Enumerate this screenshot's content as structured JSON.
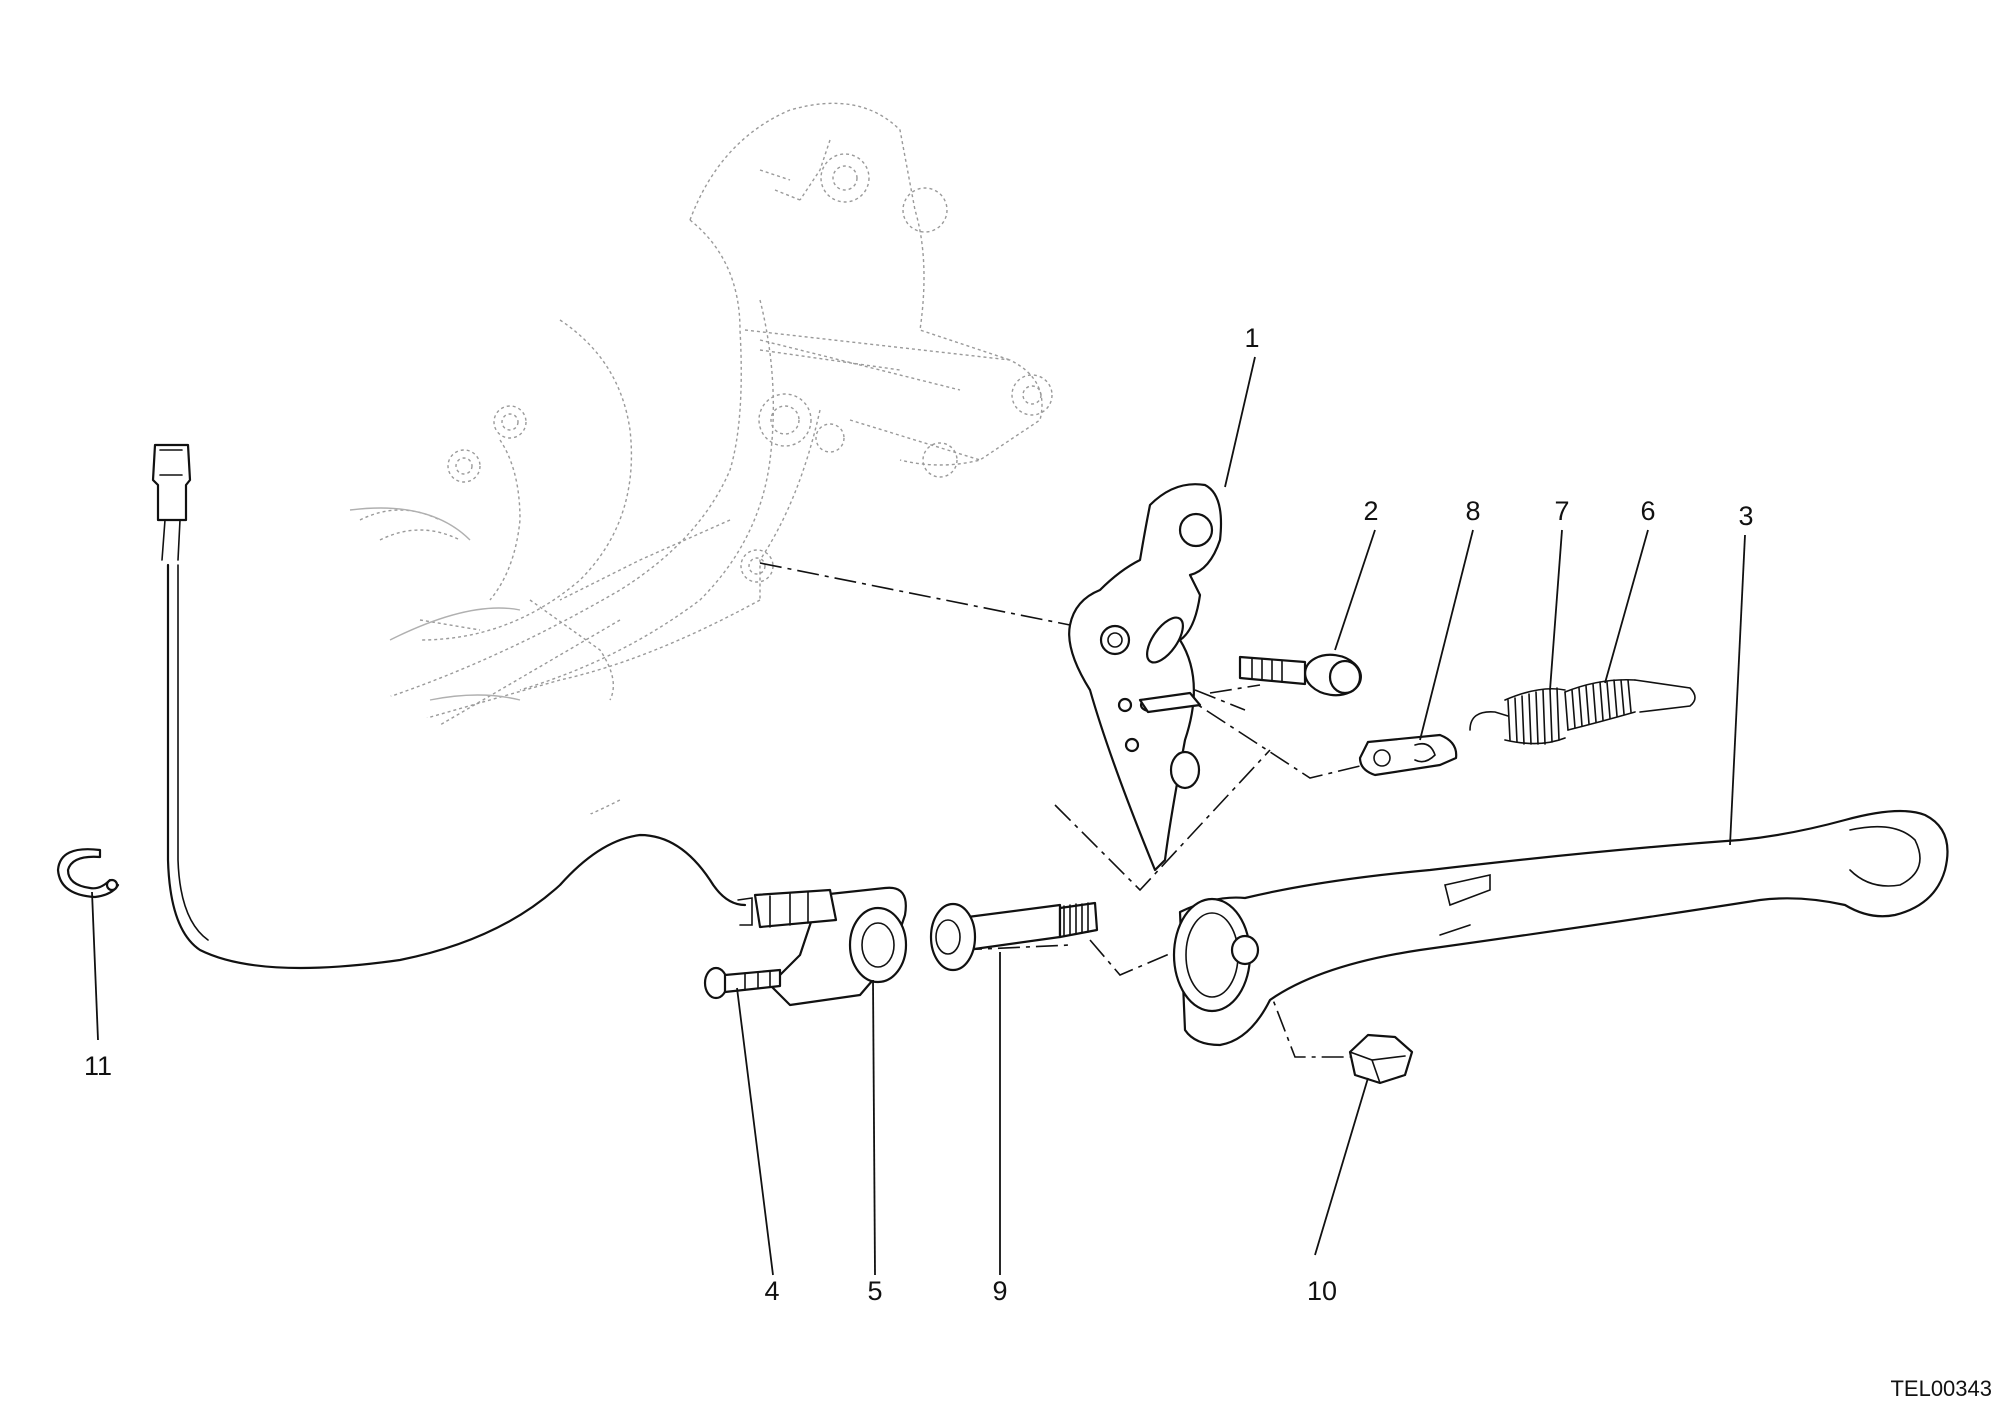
{
  "diagram": {
    "reference_code": "TEL00343",
    "callouts": [
      {
        "id": "1",
        "label": "1"
      },
      {
        "id": "2",
        "label": "2"
      },
      {
        "id": "3",
        "label": "3"
      },
      {
        "id": "4",
        "label": "4"
      },
      {
        "id": "5",
        "label": "5"
      },
      {
        "id": "6",
        "label": "6"
      },
      {
        "id": "7",
        "label": "7"
      },
      {
        "id": "8",
        "label": "8"
      },
      {
        "id": "9",
        "label": "9"
      },
      {
        "id": "10",
        "label": "10"
      },
      {
        "id": "11",
        "label": "11"
      }
    ]
  }
}
